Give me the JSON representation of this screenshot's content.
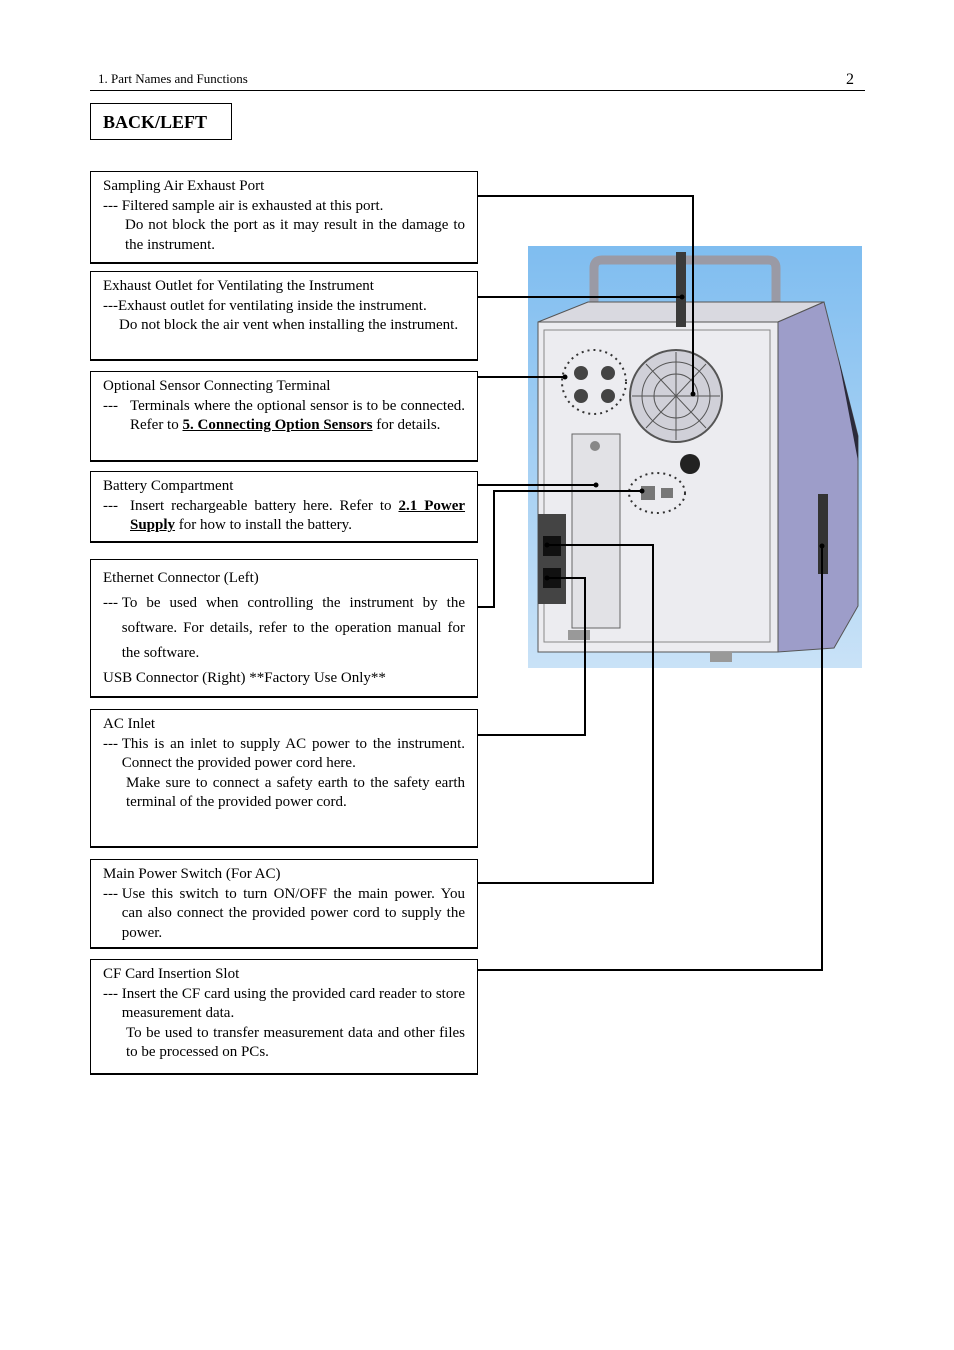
{
  "header": {
    "chapter": "1. Part Names and Functions",
    "page_number": "2"
  },
  "section_title": "BACK/LEFT",
  "callouts": {
    "exhaust_port": {
      "title": "Sampling Air Exhaust Port",
      "dash": "--- ",
      "line1": "Filtered sample air is exhausted at this port.",
      "line2": "Do not block the port as it may result in the damage to the instrument."
    },
    "ventilation": {
      "title": "Exhaust Outlet for Ventilating the Instrument",
      "dash": "---",
      "line1": "Exhaust outlet for ventilating inside the instrument.",
      "line2": "Do not block the air vent when installing the instrument."
    },
    "sensor_terminal": {
      "title": "Optional Sensor Connecting Terminal",
      "dash": "--- ",
      "text_before": "Terminals where the optional sensor is to be connected. Refer to ",
      "link": "5. Connecting Option Sensors",
      "text_after": " for details."
    },
    "battery": {
      "title": "Battery Compartment",
      "dash": "--- ",
      "text_before": "Insert rechargeable battery here. Refer to ",
      "link": "2.1 Power Supply",
      "text_after": " for how to install the battery."
    },
    "ethernet": {
      "title": "Ethernet Connector (Left)",
      "dash": "--- ",
      "text": "To be used when controlling the instrument by the software. For details, refer to the operation manual for the software.",
      "usb": "USB Connector (Right) **Factory Use Only**"
    },
    "ac_inlet": {
      "title": "AC Inlet",
      "dash": "--- ",
      "line1": "This is an inlet to supply AC power to the instrument. Connect the provided power cord here.",
      "line2": "Make sure to connect a safety earth to the safety earth terminal of the provided power cord."
    },
    "power_switch": {
      "title": "Main Power Switch (For AC)",
      "dash": "--- ",
      "line1": "Use this switch to turn ON/OFF the main power. You can also connect the provided power cord to supply the power."
    },
    "cf_card": {
      "title": "CF Card Insertion Slot",
      "dash": "--- ",
      "line1": "Insert the CF card using the provided card reader to store measurement data.",
      "line2": "To be used to transfer measurement data and other files to be processed on PCs."
    }
  },
  "colors": {
    "photo_bg": "#8ec3f0",
    "device_body": "#e6e6ea",
    "device_side": "#9c9cc8"
  }
}
